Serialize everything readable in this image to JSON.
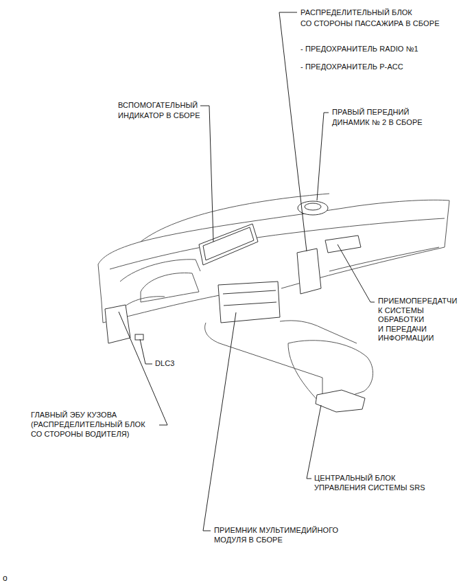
{
  "diagram": {
    "labels": [
      "РАСПРЕДЕЛИТЕЛЬНЫЙ БЛОК СО СТОРОНЫ ПАССАЖИРА В СБОРЕ",
      "- ПРЕДОХРАНИТЕЛЬ RADIO №1",
      "- ПРЕДОХРАНИТЕЛЬ P-ACC",
      "ВСПОМОГАТЕЛЬНЫЙ ИНДИКАТОР В СБОРЕ",
      "ПРАВЫЙ ПЕРЕДНИЙ ДИНАМИК № 2 В СБОРЕ",
      "ПРИЕМОПЕРЕДАТЧИ К СИСТЕМЫ ОБРАБОТКИ И ПЕРЕДАЧИ ИНФОРМАЦИИ",
      "DLC3",
      "ГЛАВНЫЙ ЭБУ КУЗОВА (РАСПРЕДЕЛИТЕЛЬНЫЙ БЛОК СО СТОРОНЫ ВОДИТЕЛЯ)",
      "ЦЕНТРАЛЬНЫЙ БЛОК УПРАВЛЕНИЯ СИСТЕМЫ SRS",
      "ПРИЕМНИК МУЛЬТИМЕДИЙНОГО МОДУЛЯ В СБОРЕ",
      "o"
    ]
  }
}
